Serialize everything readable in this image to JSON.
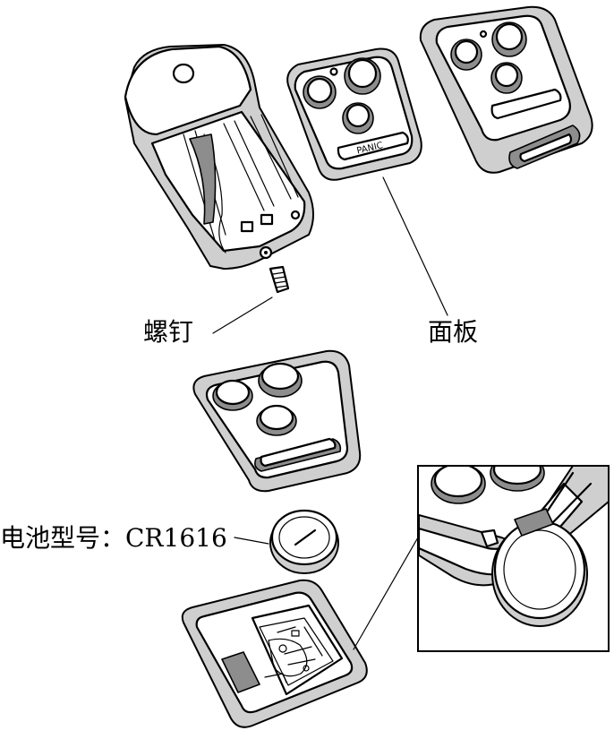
{
  "labels": {
    "screw": "螺钉",
    "panel": "面板",
    "battery": "电池型号：CR1616"
  },
  "button_text": {
    "panic": "PANIC"
  },
  "colors": {
    "line": "#000000",
    "shade": "#cfcfcf",
    "dark": "#8d8d8d",
    "background": "#ffffff"
  }
}
